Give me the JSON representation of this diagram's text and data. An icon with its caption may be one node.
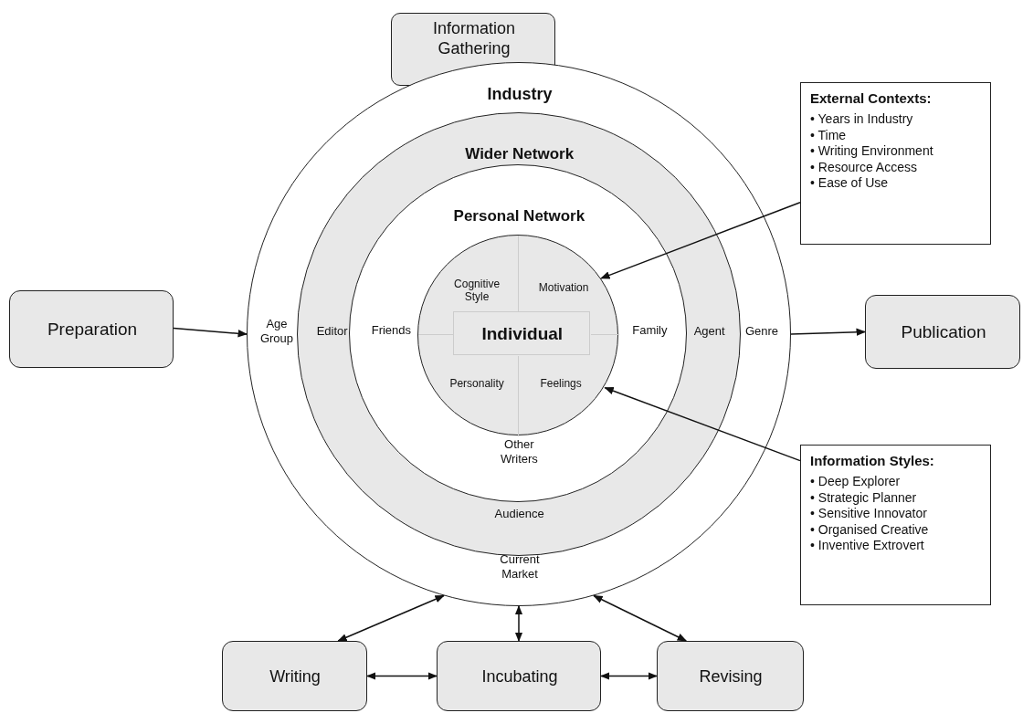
{
  "diagram": {
    "nodes": [
      {
        "text": [
          "Information Gathering"
        ]
      },
      {
        "text": [
          "Industry",
          "Age Group",
          "Genre",
          "Current Market"
        ]
      },
      {
        "text": [
          "Wider Network",
          "Editor",
          "Agent",
          "Audience"
        ],
        "in": 1
      },
      {
        "text": [
          "Personal Network",
          "Friends",
          "Family",
          "Other Writers"
        ],
        "in": 2
      },
      {
        "text": [
          "Cognitive Style",
          "Motivation",
          "Personality",
          "Feelings"
        ],
        "in": 3
      },
      {
        "text": [
          "Individual"
        ],
        "in": 4
      },
      {
        "text": [
          "External Contexts:",
          "• Years in Industry",
          "• Time",
          "• Writing Environment",
          "• Resource Access",
          "• Ease of Use"
        ]
      },
      {
        "text": [
          "Preparation"
        ]
      },
      {
        "text": [
          "Publication"
        ]
      },
      {
        "text": [
          "Information Styles:",
          "• Deep Explorer",
          "• Strategic Planner",
          "• Sensitive Innovator",
          "• Organised Creative",
          "• Inventive Extrovert"
        ]
      },
      {
        "text": [
          "Writing"
        ]
      },
      {
        "text": [
          "Incubating"
        ]
      },
      {
        "text": [
          "Revising"
        ]
      }
    ],
    "edges": [
      {
        "from": 7,
        "to": 1,
        "arrow": "to"
      },
      {
        "from": 1,
        "to": 8,
        "arrow": "to"
      },
      {
        "from": 6,
        "to": 4,
        "arrow": "to"
      },
      {
        "from": 9,
        "to": 4,
        "arrow": "to"
      },
      {
        "from": 1,
        "to": 10,
        "arrow": "both"
      },
      {
        "from": 1,
        "to": 11,
        "arrow": "both"
      },
      {
        "from": 1,
        "to": 12,
        "arrow": "both"
      },
      {
        "from": 10,
        "to": 11,
        "arrow": "both"
      },
      {
        "from": 11,
        "to": 12,
        "arrow": "both"
      }
    ]
  }
}
